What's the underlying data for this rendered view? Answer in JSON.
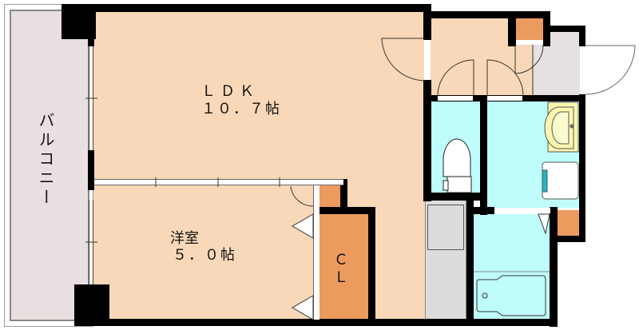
{
  "floor_plan": {
    "rooms": {
      "ldk": {
        "name": "ＬＤＫ",
        "size": "１０．７帖"
      },
      "western_room": {
        "name": "洋室",
        "size": "５．０帖"
      },
      "balcony": {
        "name": "バルコニー"
      },
      "closet": {
        "name": "Ｃ\nＬ"
      }
    },
    "colors": {
      "living": "#f8d8b8",
      "wet_area": "#bffcfc",
      "storage": "#ec9b5e",
      "balcony": "#e8e0e0",
      "entrance": "#e6e0e0",
      "kitchen": "#dcdcdc",
      "wall": "#000000"
    }
  }
}
